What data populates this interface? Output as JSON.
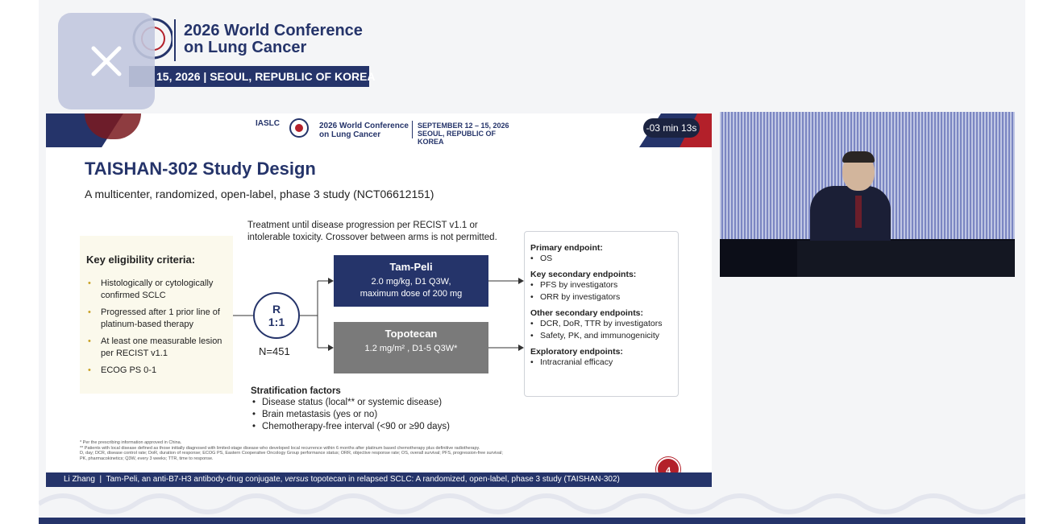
{
  "conference": {
    "title_line1": "2026 World Conference",
    "title_line2": "on Lung Cancer",
    "dates": "15, 2026 | SEOUL, REPUBLIC OF KOREA"
  },
  "overlay": {
    "close_icon": "close-icon"
  },
  "slide": {
    "topbar": {
      "org": "IASLC",
      "conf_line1": "2026 World Conference",
      "conf_line2": "on Lung Cancer",
      "date_line1": "SEPTEMBER 12 – 15, 2026",
      "date_line2": "SEOUL, REPUBLIC OF KOREA",
      "timer": "-03 min 13s"
    },
    "title": "TAISHAN-302 Study Design",
    "subtitle": "A multicenter, randomized, open-label, phase 3 study (NCT06612151)",
    "treatment_note": "Treatment until disease progression per RECIST v1.1 or intolerable toxicity. Crossover between arms is not permitted.",
    "eligibility": {
      "title": "Key eligibility criteria:",
      "items": [
        "Histologically or cytologically confirmed SCLC",
        "Progressed after 1 prior line of platinum-based therapy",
        "At least one measurable lesion per RECIST v1.1",
        "ECOG PS 0-1"
      ]
    },
    "randomization": {
      "line1": "R",
      "line2": "1:1",
      "n": "N=451"
    },
    "arms": [
      {
        "name": "Tam-Peli",
        "dose_line1": "2.0 mg/kg, D1 Q3W,",
        "dose_line2": "maximum dose of 200 mg"
      },
      {
        "name": "Topotecan",
        "dose_line1": "1.2 mg/m² , D1-5 Q3W*",
        "dose_line2": ""
      }
    ],
    "stratification": {
      "title": "Stratification factors",
      "items": [
        "Disease status (local** or systemic disease)",
        "Brain metastasis (yes or no)",
        "Chemotherapy-free interval (<90 or ≥90 days)"
      ]
    },
    "endpoints": {
      "primary_title": "Primary endpoint:",
      "primary": [
        "OS"
      ],
      "key_secondary_title": "Key secondary endpoints:",
      "key_secondary": [
        "PFS by investigators",
        "ORR by investigators"
      ],
      "other_secondary_title": "Other secondary endpoints:",
      "other_secondary": [
        "DCR, DoR, TTR by investigators",
        "Safety, PK, and immunogenicity"
      ],
      "exploratory_title": "Exploratory endpoints:",
      "exploratory": [
        "Intracranial efficacy"
      ]
    },
    "footnotes": [
      "* Per the prescribing information approved in China.",
      "** Patients with local disease defined as those initially diagnosed with limited-stage disease who developed local recurrence within 6 months after platinum based chemotherapy plus definitive radiotherapy.",
      "D, day; DCR, disease control rate; DoR, duration of response; ECOG PS, Eastern Cooperative Oncology Group performance status; ORR, objective response rate; OS, overall survival; PFS, progression-free survival;",
      "PK, pharmacokinetics; Q3W, every 3 weeks; TTR, time to response."
    ],
    "page_number": "4",
    "footer_pre": "Li Zhang  |  Tam-Peli, an anti-B7-H3 antibody-drug conjugate, ",
    "footer_italic": "versus",
    "footer_post": " topotecan in relapsed SCLC: A randomized, open-label, phase 3 study (TAISHAN-302)"
  },
  "colors": {
    "navy": "#25346a",
    "red": "#b3202a",
    "gray_arm": "#7a7a7a"
  }
}
